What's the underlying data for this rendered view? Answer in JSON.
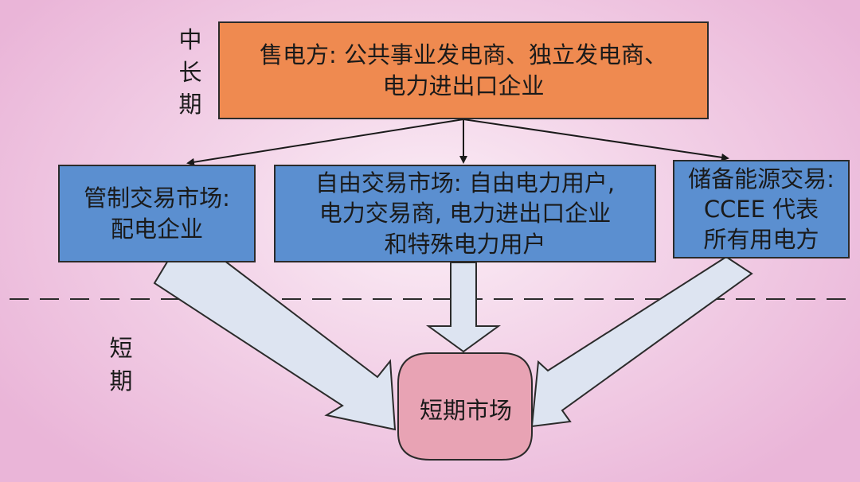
{
  "side_labels": {
    "long_term": [
      "中",
      "长",
      "期"
    ],
    "short_term": [
      "短",
      "期"
    ]
  },
  "seller_box": {
    "lines": [
      "售电方: 公共事业发电商、独立发电商、",
      "电力进出口企业"
    ]
  },
  "regulated_box": {
    "lines": [
      "管制交易市场:",
      "配电企业"
    ]
  },
  "free_box": {
    "lines": [
      "自由交易市场: 自由电力用户,",
      "电力交易商, 电力进出口企业",
      "和特殊电力用户"
    ]
  },
  "reserve_box": {
    "lines": [
      "储备能源交易:",
      "CCEE 代表",
      "所有用电方"
    ]
  },
  "short_market": {
    "label": "短期市场"
  },
  "colors": {
    "seller_fill": "#ef8a50",
    "market_fill": "#5b8fd0",
    "short_market_fill": "#e8a3b4",
    "flow_arrow_fill": "#dde4f1"
  }
}
